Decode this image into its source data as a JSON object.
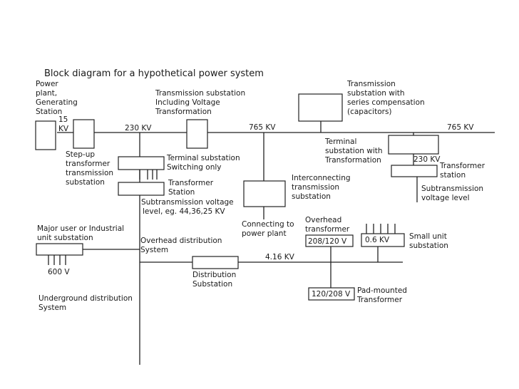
{
  "title": "Block diagram for a hypothetical power system",
  "labels": {
    "power_plant": [
      "Power",
      "plant,",
      "Generating",
      "Station"
    ],
    "kv15": [
      "15",
      "KV"
    ],
    "stepup": [
      "Step-up",
      "transformer",
      "transmission",
      "substation"
    ],
    "kv230_left": "230 KV",
    "trans_sub": [
      "Transmission substation",
      "Including Voltage",
      "Transformation"
    ],
    "terminal_switch": [
      "Terminal substation",
      "Switching only"
    ],
    "transformer_station": [
      "Transformer",
      "Station"
    ],
    "subtrans_level": [
      "Subtransmission voltage",
      "level, eg. 44,36,25 KV"
    ],
    "kv765_mid": "765 KV",
    "series_comp": [
      "Transmission",
      "substation with",
      "series compensation",
      "(capacitors)"
    ],
    "kv765_right": "765 KV",
    "terminal_transform": [
      "Terminal",
      "substation with",
      "Transformation"
    ],
    "kv230_right": "230 KV",
    "transformer_station_right": [
      "Transformer",
      "station"
    ],
    "subtrans_right": [
      "Subtransmission",
      "voltage level"
    ],
    "interconnecting": [
      "Interconnecting",
      "transmission",
      "substation"
    ],
    "connecting_plant": [
      "Connecting to",
      "power plant"
    ],
    "overhead_transformer": [
      "Overhead",
      "transformer"
    ],
    "v208_120": "208/120 V",
    "kv0_6": "0.6 KV",
    "small_unit": [
      "Small unit",
      "substation"
    ],
    "major_user": [
      "Major user or Industrial",
      "unit substation"
    ],
    "overhead_dist": [
      "Overhead distribution",
      "System"
    ],
    "kv4_16": "4.16 KV",
    "v600": "600 V",
    "dist_sub": [
      "Distribution",
      "Substation"
    ],
    "v120_208": "120/208 V",
    "pad_mounted": [
      "Pad-mounted",
      "Transformer"
    ],
    "underground": [
      "Underground distribution",
      "System"
    ]
  }
}
